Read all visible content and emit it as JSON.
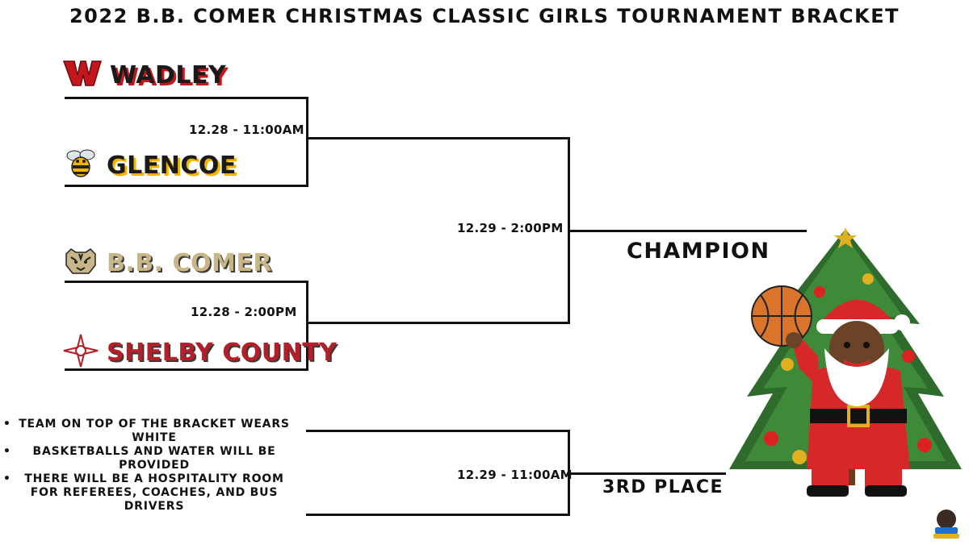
{
  "title": "2022 B.B. COMER CHRISTMAS CLASSIC GIRLS TOURNAMENT BRACKET",
  "teams": [
    {
      "name": "WADLEY",
      "icon": "wadley-w-logo"
    },
    {
      "name": "GLENCOE",
      "icon": "yellow-jacket-logo"
    },
    {
      "name": "B.B. COMER",
      "icon": "tiger-logo"
    },
    {
      "name": "SHELBY COUNTY",
      "icon": "shelby-county-star-logo"
    }
  ],
  "games": {
    "semi1_time": "12.28 - 11:00AM",
    "semi2_time": "12.28 - 2:00PM",
    "final_time": "12.29 - 2:00PM",
    "third_time": "12.29 - 11:00AM"
  },
  "champion_label": "CHAMPION",
  "third_label": "3RD PLACE",
  "notes": [
    "TEAM ON TOP OF THE BRACKET WEARS WHITE",
    "BASKETBALLS AND WATER WILL BE PROVIDED",
    "THERE WILL BE A HOSPITALITY ROOM FOR REFEREES, COACHES, AND BUS DRIVERS"
  ],
  "bullet": "•",
  "colors": {
    "wadley_red": "#c4161c",
    "glencoe_gold": "#f2b400",
    "comer_gold": "#c9b688",
    "shelby_red": "#b3202a"
  }
}
